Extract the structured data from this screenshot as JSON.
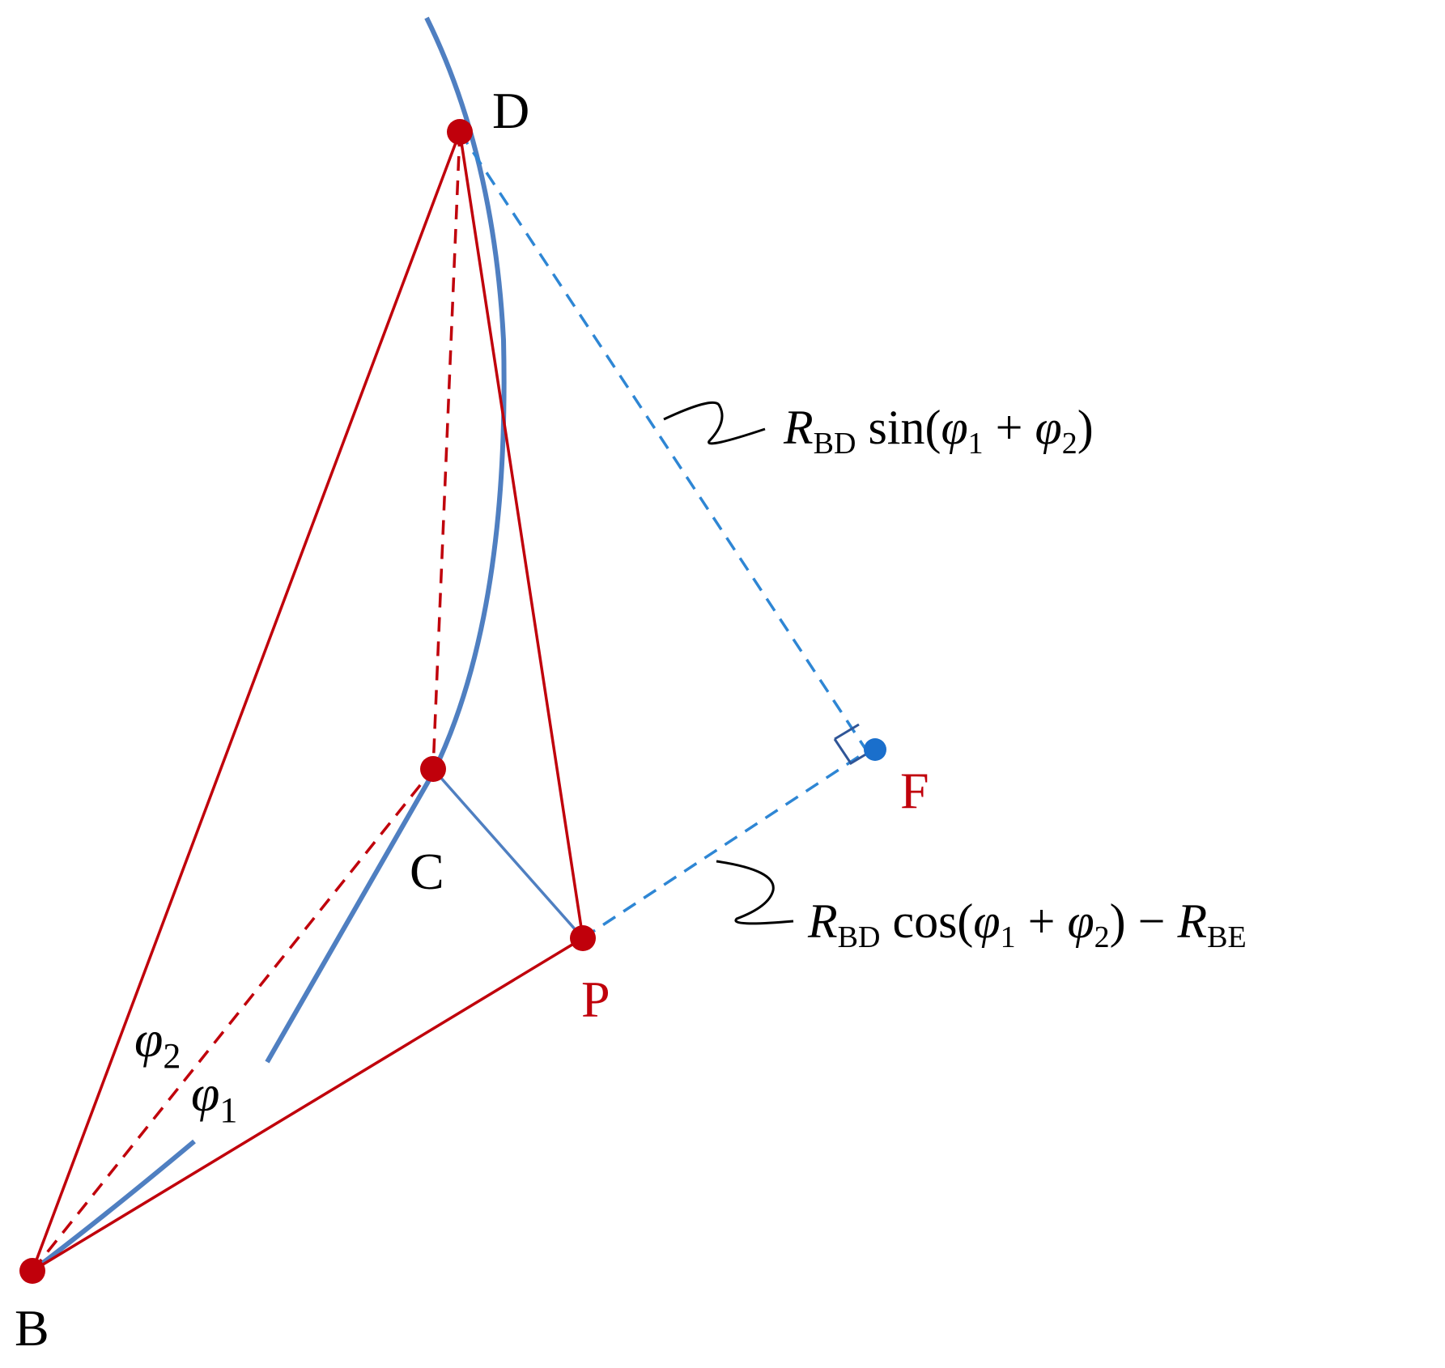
{
  "colors": {
    "red": "#C0000B",
    "blue_curve": "#4F7FC1",
    "blue_dash": "#2E86D4",
    "blue_point": "#1A6FCC",
    "dark_blue": "#2F5597",
    "black": "#000000"
  },
  "points": {
    "D": "D",
    "C": "C",
    "P": "P",
    "F": "F",
    "B": "B"
  },
  "angles": {
    "phi2_symbol": "φ",
    "phi2_sub": "2",
    "phi1_symbol": "φ",
    "phi1_sub": "1"
  },
  "annotations": {
    "df_length": {
      "R": "R",
      "R_sub": "BD",
      "rest": " sin(",
      "phi_a": "φ",
      "sub_a": "1",
      "plus": " + ",
      "phi_b": "φ",
      "sub_b": "2",
      "close": ")"
    },
    "pf_length": {
      "R": "R",
      "R_sub": "BD",
      "rest": " cos(",
      "phi_a": "φ",
      "sub_a": "1",
      "plus": " + ",
      "phi_b": "φ",
      "sub_b": "2",
      "close": ") − ",
      "R2": "R",
      "R2_sub": "BE"
    }
  }
}
